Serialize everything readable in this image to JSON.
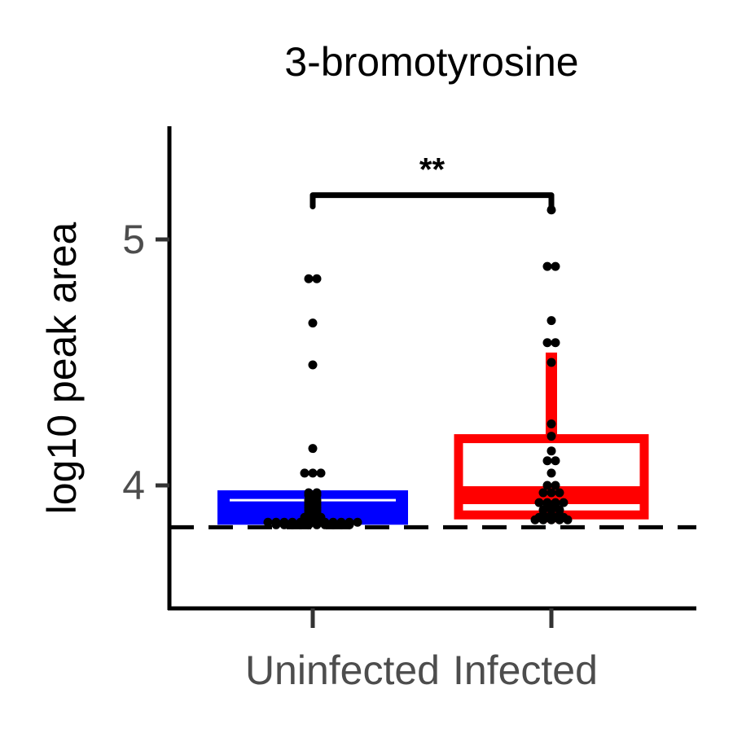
{
  "chart_data": {
    "type": "box",
    "title": "3-bromotyrosine",
    "xlabel": "",
    "ylabel": "log10 peak area",
    "ylim": [
      3.5,
      5.46
    ],
    "yticks": [
      4,
      5
    ],
    "grid": false,
    "legend": "none",
    "reference_line": {
      "y": 3.83,
      "style": "dashed"
    },
    "categories": [
      "Uninfected",
      "Infected"
    ],
    "boxes": [
      {
        "category": "Uninfected",
        "color": "#0000ff",
        "q1": 3.85,
        "median": 3.94,
        "q3": 3.97,
        "whisker_low": 3.84,
        "whisker_high": 3.98
      },
      {
        "category": "Infected",
        "color": "#ff0000",
        "q1": 3.88,
        "median": 3.96,
        "q3": 4.19,
        "whisker_low": 3.85,
        "whisker_high": 4.54
      }
    ],
    "points": [
      {
        "category": "Uninfected",
        "values": [
          4.84,
          4.84,
          4.66,
          4.49,
          4.15,
          4.05,
          4.05,
          4.05,
          3.97,
          3.97,
          3.96,
          3.96,
          3.95,
          3.94,
          3.94,
          3.93,
          3.93,
          3.92,
          3.92,
          3.91,
          3.91,
          3.9,
          3.9,
          3.89,
          3.89,
          3.88,
          3.88,
          3.87,
          3.87,
          3.87,
          3.86,
          3.86,
          3.86,
          3.85,
          3.85,
          3.85,
          3.85,
          3.85,
          3.85,
          3.85,
          3.85,
          3.85,
          3.85,
          3.85,
          3.85,
          3.84,
          3.84,
          3.84,
          3.84,
          3.84,
          3.84,
          3.84,
          3.84,
          3.84,
          3.84
        ]
      },
      {
        "category": "Infected",
        "values": [
          5.12,
          4.89,
          4.89,
          4.67,
          4.58,
          4.58,
          4.5,
          4.25,
          4.2,
          4.14,
          4.1,
          4.1,
          4.05,
          4.0,
          4.0,
          3.97,
          3.97,
          3.97,
          3.93,
          3.93,
          3.93,
          3.93,
          3.92,
          3.92,
          3.9,
          3.9,
          3.9,
          3.88,
          3.88,
          3.88,
          3.87,
          3.87,
          3.87,
          3.87,
          3.86,
          3.86,
          3.86,
          3.86,
          3.86
        ]
      }
    ],
    "significance": {
      "label": "**",
      "between": [
        "Uninfected",
        "Infected"
      ],
      "y": 5.18
    }
  }
}
